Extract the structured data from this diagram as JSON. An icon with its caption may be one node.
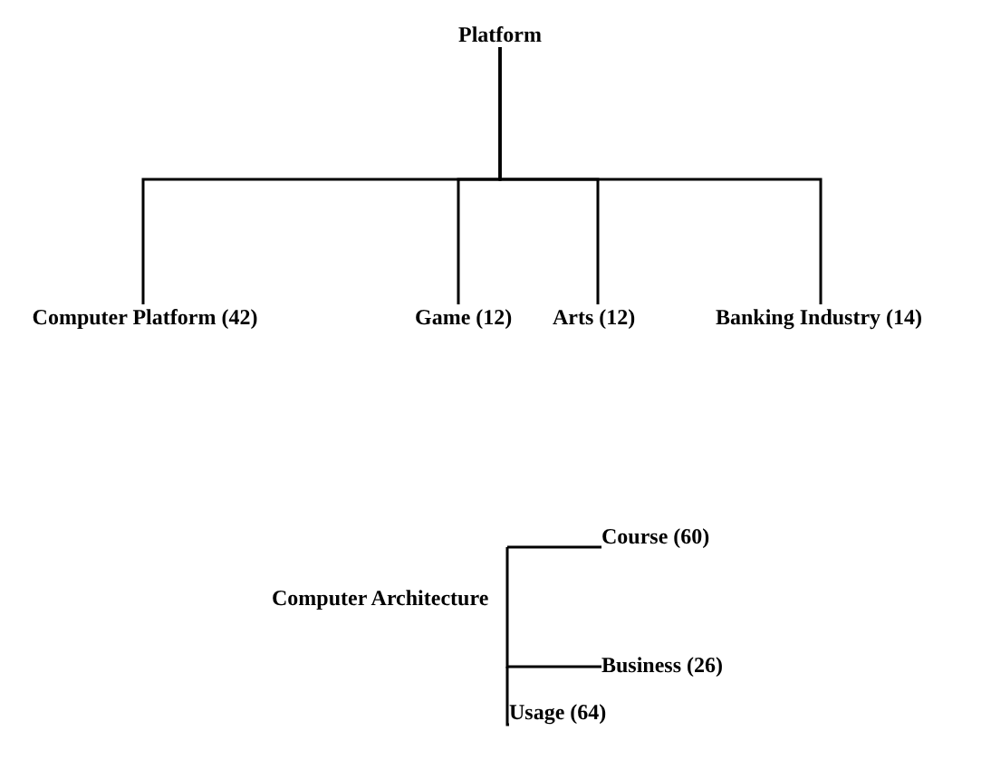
{
  "diagram": {
    "nodes": [
      {
        "text": [
          "Platform"
        ]
      },
      {
        "text": [
          "Computer Platform (42)"
        ]
      },
      {
        "text": [
          "Game (12)"
        ]
      },
      {
        "text": [
          "Arts (12)"
        ]
      },
      {
        "text": [
          "Banking Industry (14)"
        ]
      },
      {
        "text": [
          "Computer Architecture"
        ]
      },
      {
        "text": [
          "Course (60)"
        ]
      },
      {
        "text": [
          "Business (26)"
        ]
      },
      {
        "text": [
          "Usage (64)"
        ]
      }
    ],
    "edges": [
      {
        "from": 0,
        "to": 1,
        "arrow": "none"
      },
      {
        "from": 0,
        "to": 2,
        "arrow": "none"
      },
      {
        "from": 0,
        "to": 3,
        "arrow": "none"
      },
      {
        "from": 0,
        "to": 4,
        "arrow": "none"
      },
      {
        "from": null,
        "to": 6,
        "arrow": "none"
      },
      {
        "from": null,
        "to": 7,
        "arrow": "none"
      },
      {
        "from": null,
        "to": 8,
        "arrow": "none"
      }
    ]
  }
}
